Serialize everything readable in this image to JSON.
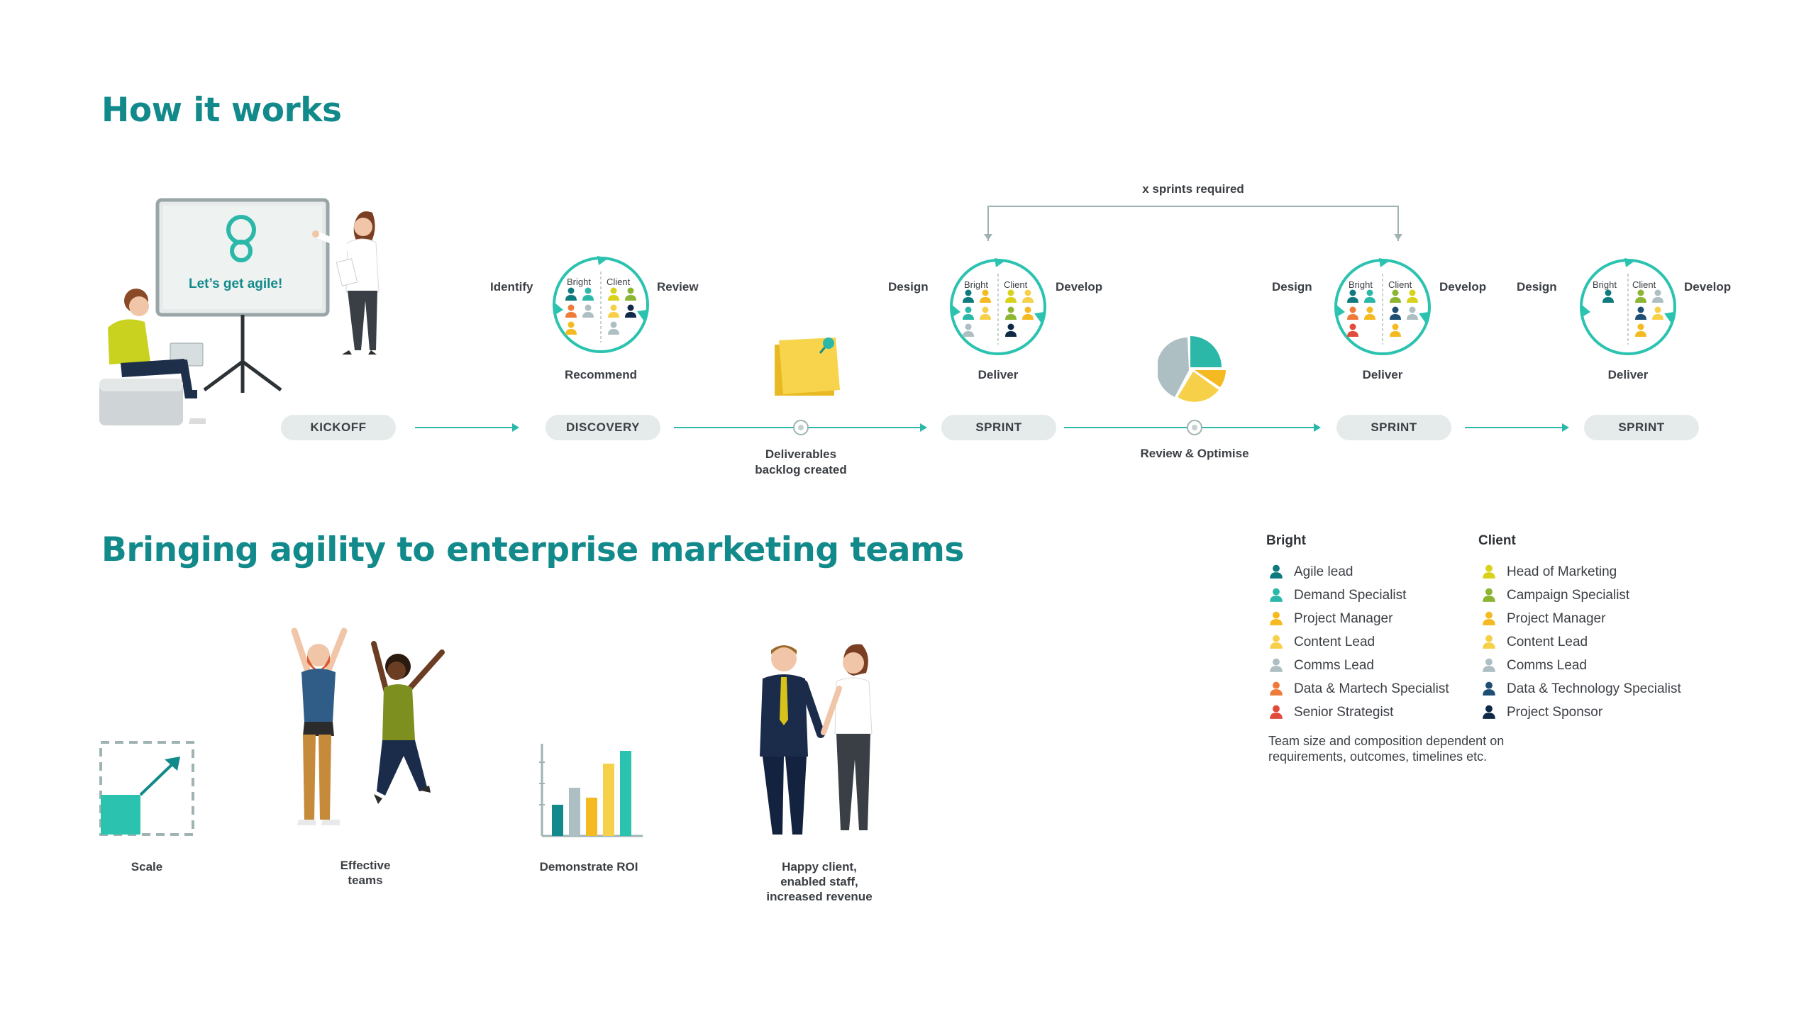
{
  "titles": {
    "how_it_works": "How it works",
    "bringing": "Bringing agility to enterprise marketing teams"
  },
  "board": {
    "text": "Let’s get agile!"
  },
  "stages": {
    "kickoff": "KICKOFF",
    "discovery": "DISCOVERY",
    "sprint1": "SPRINT",
    "sprint2": "SPRINT",
    "sprint3": "SPRINT"
  },
  "loop_labels": {
    "identify": "Identify",
    "review": "Review",
    "recommend": "Recommend",
    "design": "Design",
    "develop": "Develop",
    "deliver": "Deliver",
    "bright": "Bright",
    "client": "Client"
  },
  "milestones": {
    "backlog_line1": "Deliverables",
    "backlog_line2": "backlog created",
    "review_optimise": "Review & Optimise",
    "x_sprints": "x sprints required"
  },
  "legend": {
    "bright_title": "Bright",
    "client_title": "Client",
    "bright": [
      {
        "label": "Agile lead",
        "color": "#0f7a7e"
      },
      {
        "label": "Demand Specialist",
        "color": "#2bb8a9"
      },
      {
        "label": "Project Manager",
        "color": "#f5b922"
      },
      {
        "label": "Content Lead",
        "color": "#f7d04a"
      },
      {
        "label": "Comms Lead",
        "color": "#aebfc4"
      },
      {
        "label": "Data & Martech Specialist",
        "color": "#ef7b3a"
      },
      {
        "label": "Senior Strategist",
        "color": "#e24a3b"
      }
    ],
    "client": [
      {
        "label": "Head of Marketing",
        "color": "#d9d21b"
      },
      {
        "label": "Campaign Specialist",
        "color": "#8cb532"
      },
      {
        "label": "Project Manager",
        "color": "#f5b922"
      },
      {
        "label": "Content Lead",
        "color": "#f7d04a"
      },
      {
        "label": "Comms Lead",
        "color": "#aebfc4"
      },
      {
        "label": "Data & Technology Specialist",
        "color": "#1e4e73"
      },
      {
        "label": "Project Sponsor",
        "color": "#0e2a47"
      }
    ],
    "note_line1": "Team size and composition dependent on",
    "note_line2": "requirements, outcomes, timelines etc."
  },
  "benefits": {
    "scale": "Scale",
    "effective_1": "Effective",
    "effective_2": "teams",
    "roi": "Demonstrate ROI",
    "happy_1": "Happy client,",
    "happy_2": "enabled staff,",
    "happy_3": "increased revenue"
  },
  "colors": {
    "teal_title": "#12898a",
    "accent": "#2bb8a9",
    "pill_bg": "#e4ebea"
  }
}
